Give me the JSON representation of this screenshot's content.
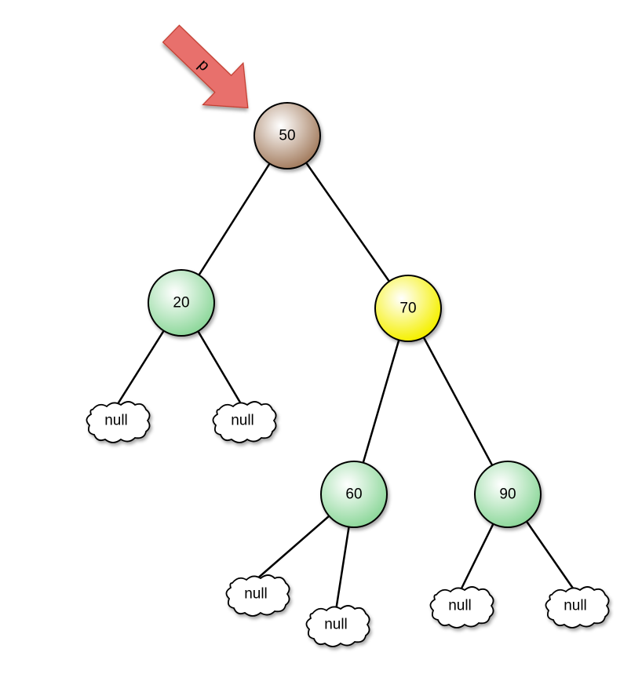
{
  "pointer": {
    "label": "p",
    "color": "#e8706c",
    "points_to": "50"
  },
  "nodes": [
    {
      "id": "n50",
      "label": "50",
      "color": "#a57f62"
    },
    {
      "id": "n20",
      "label": "20",
      "color": "#8fd89c"
    },
    {
      "id": "n70",
      "label": "70",
      "color": "#f5f000"
    },
    {
      "id": "n60",
      "label": "60",
      "color": "#8fd89c"
    },
    {
      "id": "n90",
      "label": "90",
      "color": "#8fd89c"
    }
  ],
  "nulls": [
    {
      "id": "u1",
      "label": "null",
      "parent": "n20"
    },
    {
      "id": "u2",
      "label": "null",
      "parent": "n20"
    },
    {
      "id": "u3",
      "label": "null",
      "parent": "n60"
    },
    {
      "id": "u4",
      "label": "null",
      "parent": "n60"
    },
    {
      "id": "u5",
      "label": "null",
      "parent": "n90"
    },
    {
      "id": "u6",
      "label": "null",
      "parent": "n90"
    }
  ],
  "edges": [
    [
      "n50",
      "n20"
    ],
    [
      "n50",
      "n70"
    ],
    [
      "n70",
      "n60"
    ],
    [
      "n70",
      "n90"
    ]
  ]
}
